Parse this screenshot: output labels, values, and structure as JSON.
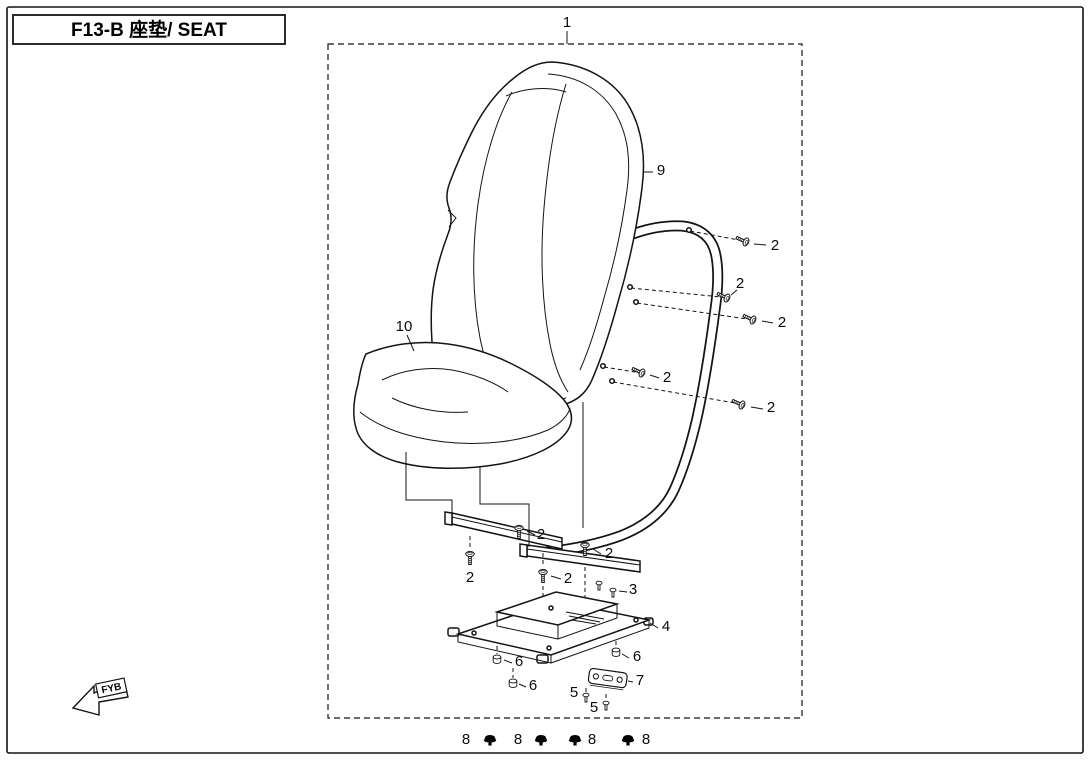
{
  "header": {
    "title": "F13-B 座垫/ SEAT"
  },
  "parts": {
    "p1": "1",
    "p2": "2",
    "p3": "3",
    "p4": "4",
    "p5": "5",
    "p6": "6",
    "p7": "7",
    "p8": "8",
    "p9": "9",
    "p10": "10"
  },
  "footer": {
    "direction_mark": "FYB"
  }
}
